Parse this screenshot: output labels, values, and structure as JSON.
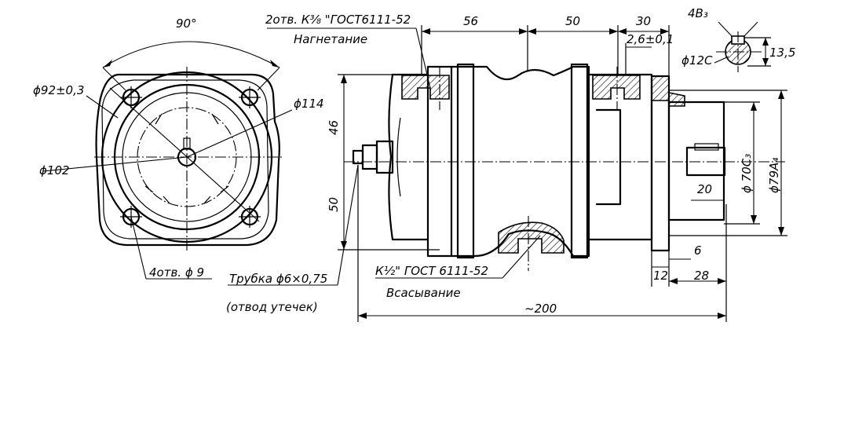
{
  "front_view": {
    "angle_label": "90°",
    "flange_diameter_label": "ϕ92±0,3",
    "outer_diameter_label": "ϕ114",
    "bolt_circle_label": "ϕ102",
    "holes_label": "4отв. ϕ 9"
  },
  "side_view": {
    "discharge_label": "2отв. К³⁄₈ \"ГОСТ6111-52",
    "discharge_caption": "Нагнетание",
    "dim_56": "56",
    "dim_50_top": "50",
    "dim_30": "30",
    "dim_2_6": "2,6±0,1",
    "dim_46": "46",
    "dim_50_left": "50",
    "dim_20": "20",
    "shaft_fit_label": "ϕ 70С₃",
    "body_fit_label": "ϕ79А₄",
    "dim_6": "6",
    "dim_12": "12",
    "dim_28": "28",
    "suction_label": "К¹⁄₂\" ГОСТ 6111-52",
    "suction_caption": "Всасывание",
    "tube_label": "Трубка ϕ6×0,75",
    "tube_caption": "(отвод утечек)",
    "overall_length": "~200"
  },
  "key_section": {
    "key_label": "4В₃",
    "shaft_label": "ϕ12С",
    "height_label": "13,5"
  }
}
